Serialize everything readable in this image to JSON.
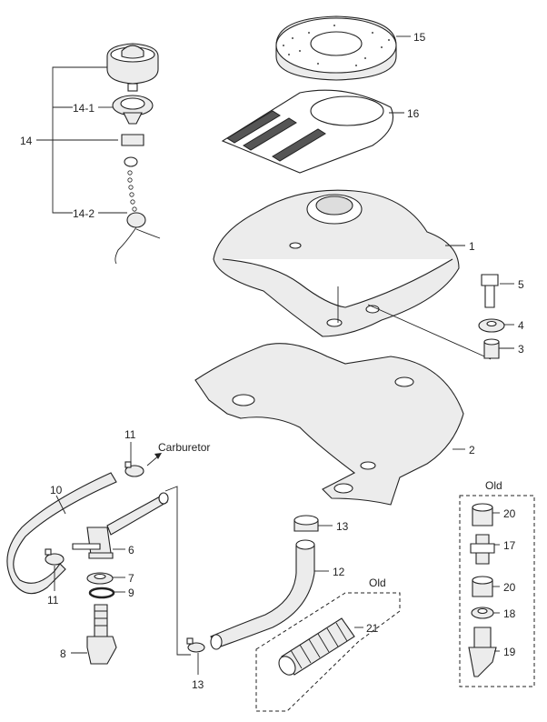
{
  "labels": {
    "p1": "1",
    "p2": "2",
    "p3": "3",
    "p4": "4",
    "p5": "5",
    "p6": "6",
    "p7": "7",
    "p8": "8",
    "p9": "9",
    "p10": "10",
    "p11a": "11",
    "p11b": "11",
    "p12": "12",
    "p13a": "13",
    "p13b": "13",
    "p14": "14",
    "p14_1": "14-1",
    "p14_2": "14-2",
    "p15": "15",
    "p16": "16",
    "p17": "17",
    "p18": "18",
    "p19": "19",
    "p20a": "20",
    "p20b": "20",
    "p21": "21"
  },
  "annotations": {
    "carburetor": "Carburetor",
    "old_right": "Old",
    "old_bottom": "Old"
  }
}
